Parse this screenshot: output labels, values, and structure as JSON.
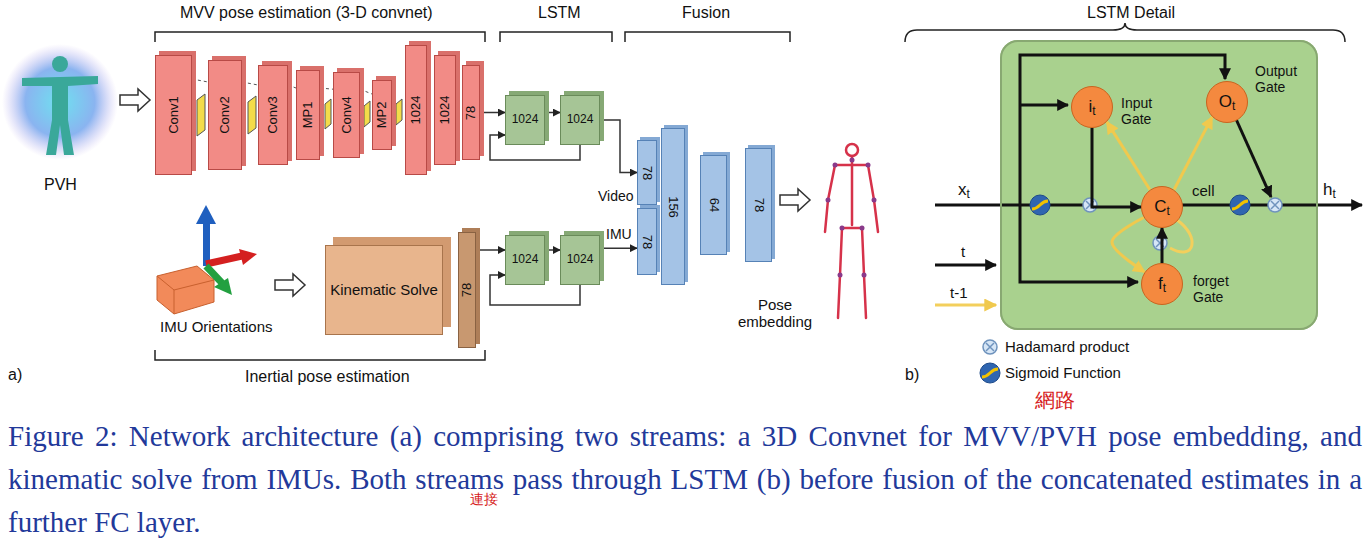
{
  "diagram": {
    "caption": "Figure 2: Network architecture (a) comprising two streams: a 3D Convnet for MVV/PVH pose embedding, and kinematic solve from IMUs. Both streams pass through LSTM (b) before fusion of the concatenated estimates in a further FC layer.",
    "nodes": [
      {
        "text": [
          "Conv1"
        ]
      },
      {
        "text": [
          "Conv2"
        ]
      },
      {
        "text": [
          "Conv3"
        ]
      },
      {
        "text": [
          "MP1"
        ]
      },
      {
        "text": [
          "Conv4"
        ]
      },
      {
        "text": [
          "MP2"
        ]
      },
      {
        "text": [
          "1024"
        ]
      },
      {
        "text": [
          "1024"
        ]
      },
      {
        "text": [
          "78"
        ]
      },
      {
        "text": [
          "1024"
        ]
      },
      {
        "text": [
          "1024"
        ]
      },
      {
        "text": [
          "78"
        ]
      },
      {
        "text": [
          "78"
        ]
      },
      {
        "text": [
          "156"
        ]
      },
      {
        "text": [
          "64"
        ]
      },
      {
        "text": [
          "78"
        ]
      },
      {
        "text": [
          "Kinematic Solve"
        ]
      },
      {
        "text": [
          "78"
        ]
      },
      {
        "text": [
          "1024"
        ]
      },
      {
        "text": [
          "1024"
        ]
      },
      {
        "text": [
          "LSTM Detail"
        ]
      },
      {
        "text": [
          "it",
          "Input Gate"
        ],
        "in": 20
      },
      {
        "text": [
          "Ot",
          "Output Gate"
        ],
        "in": 20
      },
      {
        "text": [
          "Ct"
        ],
        "in": 20
      },
      {
        "text": [
          "ft",
          "forget Gate"
        ],
        "in": 20
      }
    ],
    "edges": [
      {
        "from": 0,
        "to": 1,
        "arrow": "none"
      },
      {
        "from": 1,
        "to": 2,
        "arrow": "none"
      },
      {
        "from": 2,
        "to": 3,
        "arrow": "none"
      },
      {
        "from": 3,
        "to": 4,
        "arrow": "none"
      },
      {
        "from": 4,
        "to": 5,
        "arrow": "none"
      },
      {
        "from": 8,
        "to": 9,
        "arrow": "to"
      },
      {
        "from": 9,
        "to": 10,
        "arrow": "to"
      },
      {
        "from": 10,
        "to": 9,
        "arrow": "to"
      },
      {
        "from": 10,
        "to": 11,
        "arrow": "to"
      },
      {
        "from": 17,
        "to": 18,
        "arrow": "to"
      },
      {
        "from": 18,
        "to": 19,
        "arrow": "to"
      },
      {
        "from": 19,
        "to": 18,
        "arrow": "to"
      },
      {
        "from": 19,
        "to": 12,
        "arrow": "to"
      },
      {
        "from": 21,
        "to": 23,
        "arrow": "to"
      },
      {
        "from": 23,
        "to": 21,
        "arrow": "to"
      },
      {
        "from": 23,
        "to": 22,
        "arrow": "to"
      },
      {
        "from": 23,
        "to": 24,
        "arrow": "to"
      },
      {
        "from": 24,
        "to": 23,
        "arrow": "to"
      }
    ],
    "labels": [
      "MVV pose estimation (3-D convnet)",
      "LSTM",
      "Fusion",
      "PVH",
      "Video",
      "IMU",
      "Pose embedding",
      "IMU Orientations",
      "Inertial pose estimation",
      "a)",
      "b)",
      "xt",
      "t",
      "t-1",
      "cell",
      "ht",
      "網路",
      "連接"
    ],
    "legend": [
      {
        "text": "Hadamard product"
      },
      {
        "text": "Sigmoid Function"
      }
    ]
  }
}
